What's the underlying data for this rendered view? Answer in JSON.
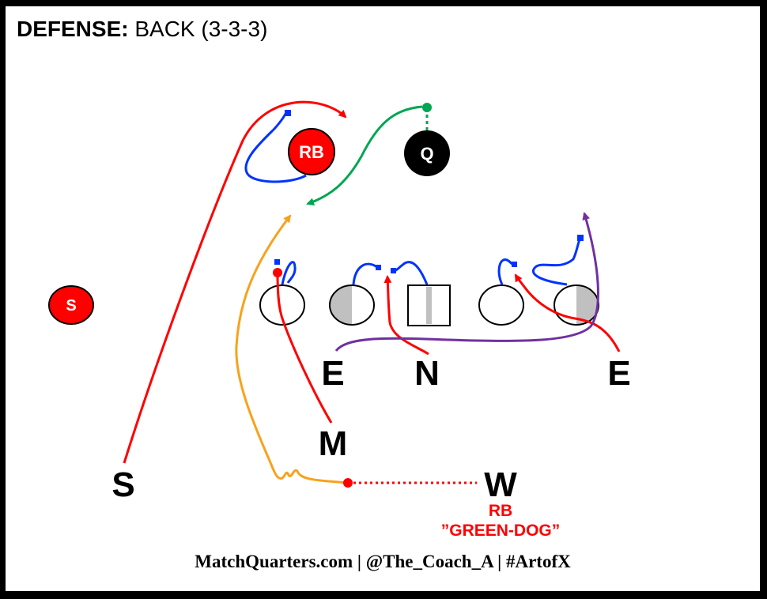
{
  "title": {
    "bold": "DEFENSE:",
    "rest": "BACK (3-3-3)"
  },
  "offense": {
    "rb": "RB",
    "qb": "Q",
    "wide_s": "S"
  },
  "defense": {
    "left_end": "E",
    "nose": "N",
    "right_end": "E",
    "mike": "M",
    "will": "W",
    "safety": "S"
  },
  "callout": {
    "line1": "RB",
    "line2": "”GREEN-DOG”"
  },
  "footer": "MatchQuarters.com | @The_Coach_A | #ArtofX",
  "colors": {
    "red": "#ff0000",
    "blue": "#0033ff",
    "green": "#00a651",
    "orange": "#f7a21b",
    "purple": "#7030a0",
    "shade": "#c0c0c0"
  }
}
